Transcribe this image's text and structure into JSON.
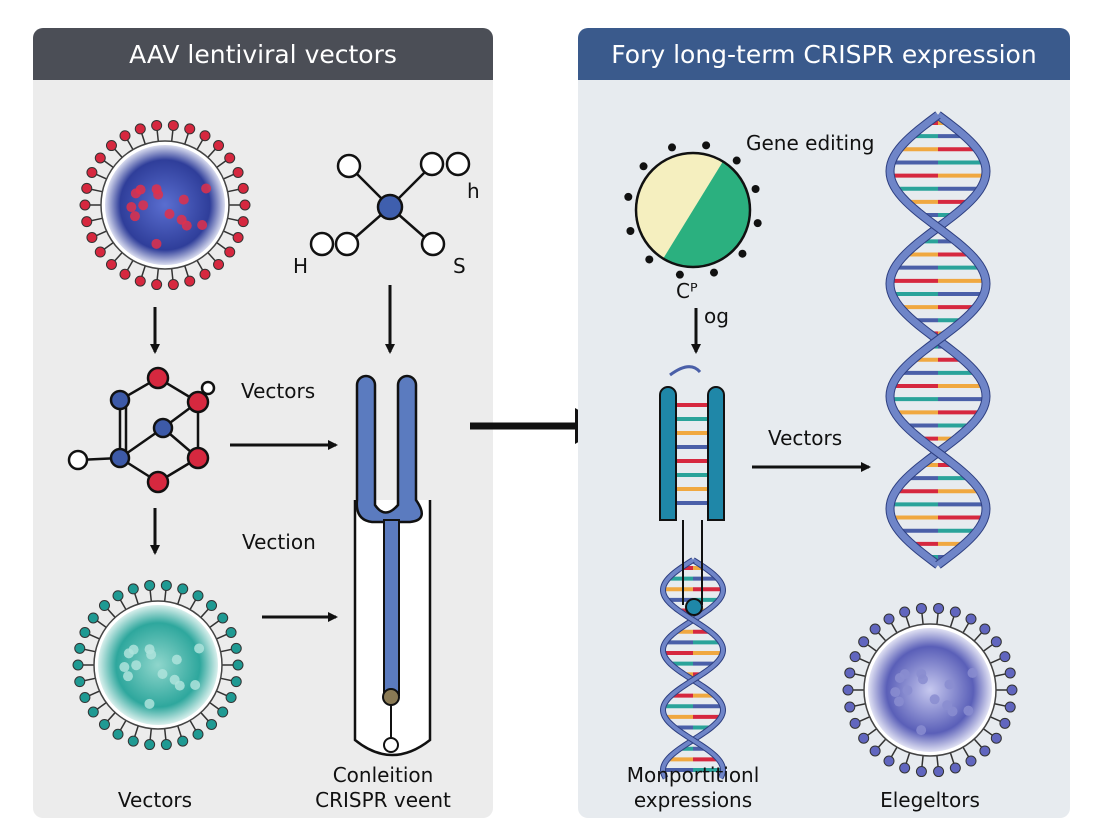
{
  "left_panel": {
    "title": "AAV lentiviral vectors",
    "labels": {
      "small_h": "h",
      "big_h": "H",
      "s": "S",
      "vectors_arrow": "Vectors",
      "vection_arrow": "Vection",
      "bottom_left": "Vectors",
      "bottom_mid_line1": "Conleition",
      "bottom_mid_line2": "CRISPR veent"
    }
  },
  "right_panel": {
    "title": "Fory long-term CRISPR expression",
    "labels": {
      "gene_editing": "Gene editing",
      "cp": "Cᴾ",
      "og": "og",
      "vectors_arrow": "Vectors",
      "bottom_left_line1": "Monportitionl",
      "bottom_left_line2": "expressions",
      "bottom_right": "Elegeltors"
    }
  },
  "colors": {
    "left_header": "#4b4e56",
    "right_header": "#3a5a8c",
    "panel_bg": "#ececec",
    "right_panel_bg": "#e7ebef",
    "virus_red": "#c8243a",
    "virus_teal": "#1f9a93",
    "virus_purple": "#4a4fa3",
    "helix_blue": "#4a5fa8",
    "capsid_yellow": "#f5efbf",
    "capsid_green": "#2bb07f"
  }
}
